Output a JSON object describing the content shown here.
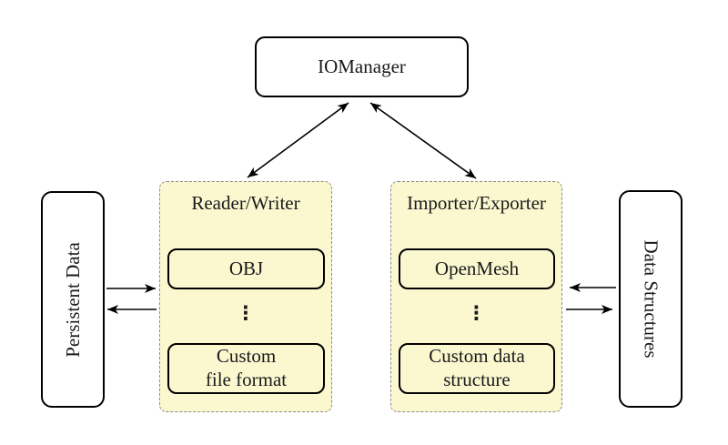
{
  "diagram": {
    "nodes": {
      "iomanager": "IOManager",
      "persistent_data": "Persistent Data",
      "data_structures": "Data Structures"
    },
    "panels": {
      "reader_writer": {
        "title": "Reader/Writer",
        "top_item": "OBJ",
        "ellipsis": "⋮",
        "bottom_line1": "Custom",
        "bottom_line2": "file format"
      },
      "importer_exporter": {
        "title": "Importer/Exporter",
        "top_item": "OpenMesh",
        "ellipsis": "⋮",
        "bottom_line1": "Custom data",
        "bottom_line2": "structure"
      }
    },
    "colors": {
      "panel_fill": "#fbf8d0",
      "panel_dash_border": "#8a8a8a",
      "node_fill": "#ffffff",
      "node_border": "#000000",
      "arrow": "#000000",
      "background": "#ffffff"
    }
  }
}
